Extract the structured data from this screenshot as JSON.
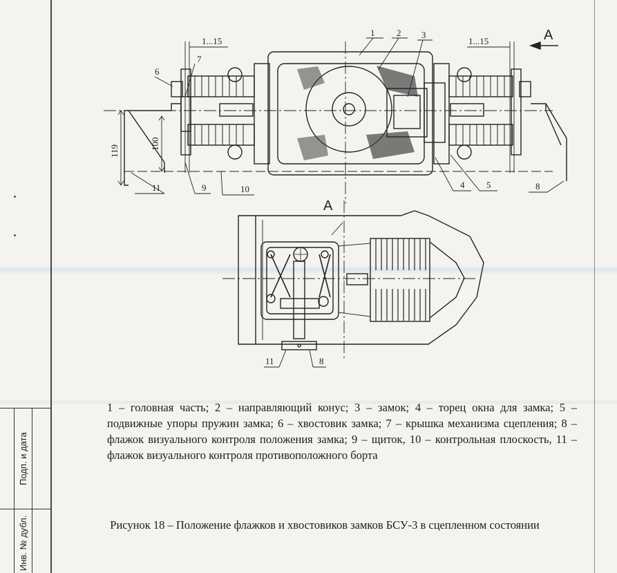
{
  "drawing": {
    "view_marker": "A",
    "view_label": "A",
    "gap_left": "1...15",
    "gap_right": "1...15",
    "dim_119": "119",
    "dim_100": "100",
    "callouts_top": [
      "1",
      "2",
      "3"
    ],
    "callouts_left": [
      "6",
      "7"
    ],
    "callouts_bottom": [
      "11",
      "9",
      "10",
      "4",
      "5",
      "8"
    ],
    "callouts_view": [
      "11",
      "8"
    ]
  },
  "legend_text": "1 – головная часть; 2 – направляющий конус; 3 – замок; 4 – торец окна для замка; 5 – подвижные упоры пружин замка; 6 – хвостовик замка; 7 – крышка механизма сцепления; 8 – флажок визуального контроля положения замка; 9 – щиток, 10 – контрольная плоскость, 11 – флажок визуального контроля противоположного борта",
  "figure_title": "Рисунок 18 – Положение флажков и хвостовиков замков БСУ-3 в сцепленном состоянии",
  "stamp": {
    "signature_date": "Подп. и дата",
    "duplicate_no": "Инв. № дубл."
  }
}
